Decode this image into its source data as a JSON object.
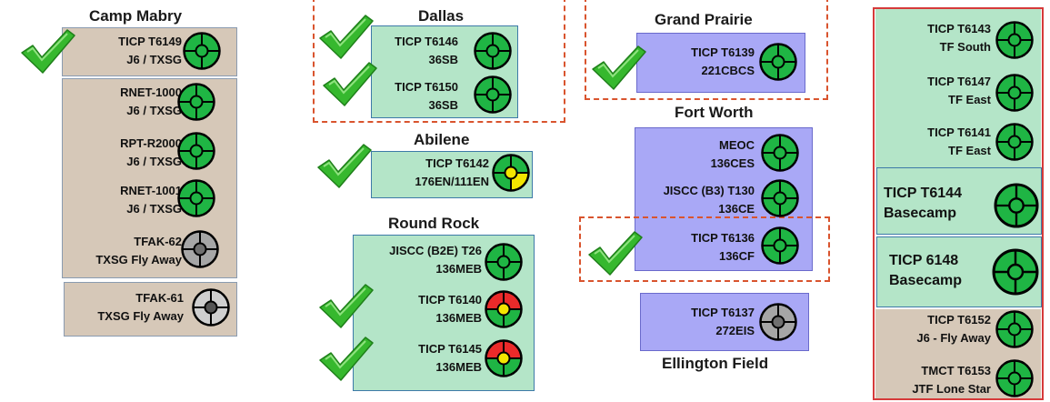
{
  "colors": {
    "green_status": "#1fb544",
    "yellow_status": "#f3e500",
    "red_status": "#ea2a2a",
    "gray_status": "#9e9e9e",
    "check": "#36b82e"
  },
  "sites": {
    "camp_mabry": {
      "title": "Camp Mabry",
      "units": [
        {
          "line1": "TICP T6149",
          "line2": "J6 / TXSG",
          "status": "green",
          "checked": true
        },
        {
          "line1": "RNET-1000",
          "line2": "J6 / TXSG",
          "status": "green",
          "checked": false
        },
        {
          "line1": "RPT-R2000",
          "line2": "J6 / TXSG",
          "status": "green",
          "checked": false
        },
        {
          "line1": "RNET-1001",
          "line2": "J6 / TXSG",
          "status": "green",
          "checked": false
        },
        {
          "line1": "TFAK-62",
          "line2": "TXSG Fly Away",
          "status": "gray",
          "checked": false
        },
        {
          "line1": "TFAK-61",
          "line2": "TXSG Fly Away",
          "status": "gray-dark",
          "checked": false
        }
      ]
    },
    "dallas": {
      "title": "Dallas",
      "units": [
        {
          "line1": "TICP T6146",
          "line2": "36SB",
          "status": "green",
          "checked": true
        },
        {
          "line1": "TICP T6150",
          "line2": "36SB",
          "status": "green",
          "checked": true
        }
      ]
    },
    "abilene": {
      "title": "Abilene",
      "units": [
        {
          "line1": "TICP T6142",
          "line2": "176EN/111EN",
          "status": "green-yellow",
          "checked": true
        }
      ]
    },
    "round_rock": {
      "title": "Round Rock",
      "units": [
        {
          "line1": "JISCC (B2E) T26",
          "line2": "136MEB",
          "status": "green",
          "checked": false
        },
        {
          "line1": "TICP T6140",
          "line2": "136MEB",
          "status": "red-green",
          "checked": true
        },
        {
          "line1": "TICP T6145",
          "line2": "136MEB",
          "status": "red-green",
          "checked": true
        }
      ]
    },
    "grand_prairie": {
      "title": "Grand Prairie",
      "units": [
        {
          "line1": "TICP T6139",
          "line2": "221CBCS",
          "status": "green",
          "checked": true
        }
      ]
    },
    "fort_worth": {
      "title": "Fort Worth",
      "units": [
        {
          "line1": "MEOC",
          "line2": "136CES",
          "status": "green",
          "checked": false
        },
        {
          "line1": "JISCC (B3) T130",
          "line2": "136CE",
          "status": "green",
          "checked": false
        },
        {
          "line1": "TICP T6136",
          "line2": "136CF",
          "status": "green",
          "checked": true
        }
      ]
    },
    "ellington": {
      "title": "Ellington Field",
      "units": [
        {
          "line1": "TICP T6137",
          "line2": "272EIS",
          "status": "gray",
          "checked": false
        }
      ]
    },
    "right_column": {
      "units": [
        {
          "line1": "TICP T6143",
          "line2": "TF South",
          "status": "green"
        },
        {
          "line1": "TICP T6147",
          "line2": "TF East",
          "status": "green"
        },
        {
          "line1": "TICP T6141",
          "line2": "TF East",
          "status": "green"
        },
        {
          "line1": "TICP T6144",
          "line2": "Basecamp",
          "status": "green"
        },
        {
          "line1": "TICP 6148",
          "line2": "Basecamp",
          "status": "green"
        },
        {
          "line1": "TICP T6152",
          "line2": "J6 - Fly Away",
          "status": "green"
        },
        {
          "line1": "TMCT T6153",
          "line2": "JTF Lone Star",
          "status": "green"
        }
      ]
    }
  }
}
